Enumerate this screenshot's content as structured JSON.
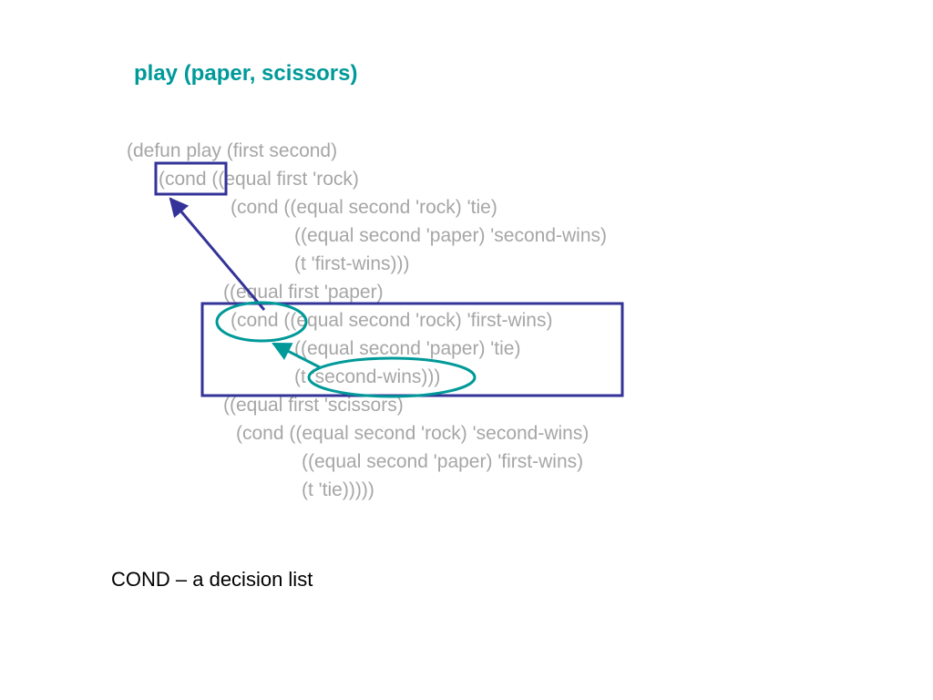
{
  "title": "play (paper, scissors)",
  "code_lines": [
    "(defun play (first second)",
    "(cond ((equal first 'rock)",
    "(cond ((equal second 'rock) 'tie)",
    "((equal second 'paper) 'second-wins)",
    "(t 'first-wins)))",
    "((equal first 'paper)",
    "(cond ((equal second 'rock) 'first-wins)",
    "((equal second 'paper) 'tie)",
    "(t 'second-wins)))",
    "((equal first 'scissors)",
    "(cond ((equal second 'rock) 'second-wins)",
    "((equal second 'paper) 'first-wins)",
    "(t 'tie)))))"
  ],
  "caption": "COND – a decision list",
  "colors": {
    "title": "#009999",
    "code": "#a6a6a6",
    "caption": "#000000",
    "box": "#333399",
    "ellipse": "#009999"
  }
}
